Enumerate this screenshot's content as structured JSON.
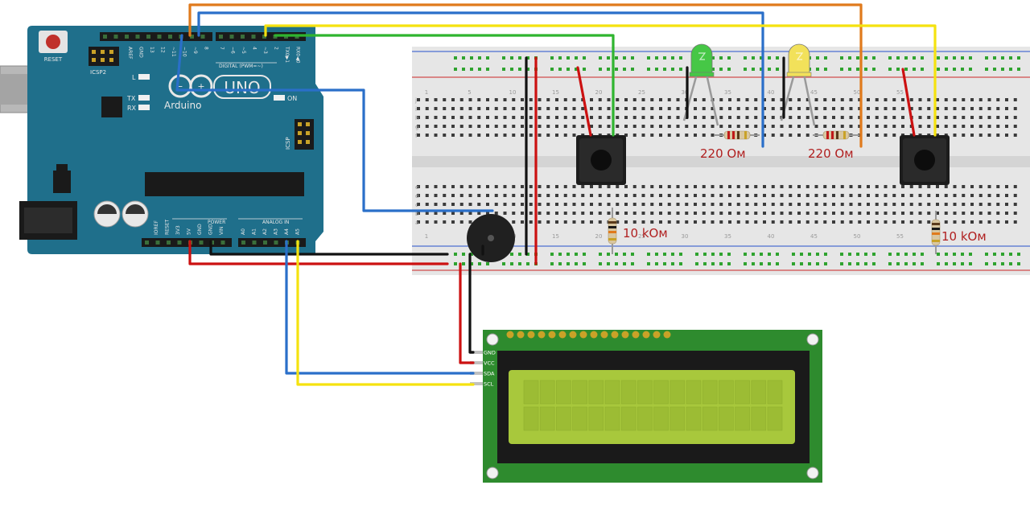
{
  "arduino": {
    "reset_label": "RESET",
    "icsp2_label": "ICSP2",
    "icsp_label": "ICSP",
    "brand": "Arduino",
    "model": "UNO",
    "led_l": "L",
    "led_tx": "TX",
    "led_rx": "RX",
    "led_on": "ON",
    "digital_label": "DIGITAL (PWM=~)",
    "digital_pins": [
      "AREF",
      "GND",
      "13",
      "12",
      "~11",
      "~10",
      "~9",
      "8",
      "7",
      "~6",
      "~5",
      "4",
      "~3",
      "2",
      "TX0▶1",
      "RX0◀0"
    ],
    "power_label": "POWER",
    "analog_label": "ANALOG IN",
    "power_pins": [
      "IOREF",
      "RESET",
      "3V3",
      "5V",
      "GND",
      "GND",
      "VIN"
    ],
    "analog_pins": [
      "A0",
      "A1",
      "A2",
      "A3",
      "A4",
      "A5"
    ]
  },
  "breadboard": {
    "row_letters_top": [
      "j",
      "i",
      "h",
      "g",
      "f"
    ],
    "row_letters_bottom": [
      "e",
      "d",
      "c",
      "b",
      "a"
    ],
    "column_numbers": [
      "1",
      "5",
      "10",
      "15",
      "20",
      "25",
      "30",
      "35",
      "40",
      "45",
      "50",
      "55"
    ]
  },
  "labels": {
    "resistor_green": "220 Ом",
    "resistor_yellow": "220 Ом",
    "pulldown_left": "10 kОм",
    "pulldown_right": "10 kОм"
  },
  "lcd": {
    "pins": [
      "GND",
      "VCC",
      "SDA",
      "SCL"
    ]
  },
  "colors": {
    "arduino_board": "#1f6f8b",
    "breadboard": "#e6e6e6",
    "lcd_pcb": "#2e8b2e",
    "lcd_screen": "#a8c83c",
    "wire_red": "#cc1111",
    "wire_black": "#111111",
    "wire_blue": "#2a6fc9",
    "wire_yellow": "#f5e20f",
    "wire_green": "#2fb52f",
    "wire_orange": "#e07a1c",
    "label_red": "#b02020",
    "led_green": "#46c746",
    "led_yellow": "#f2e15a"
  }
}
